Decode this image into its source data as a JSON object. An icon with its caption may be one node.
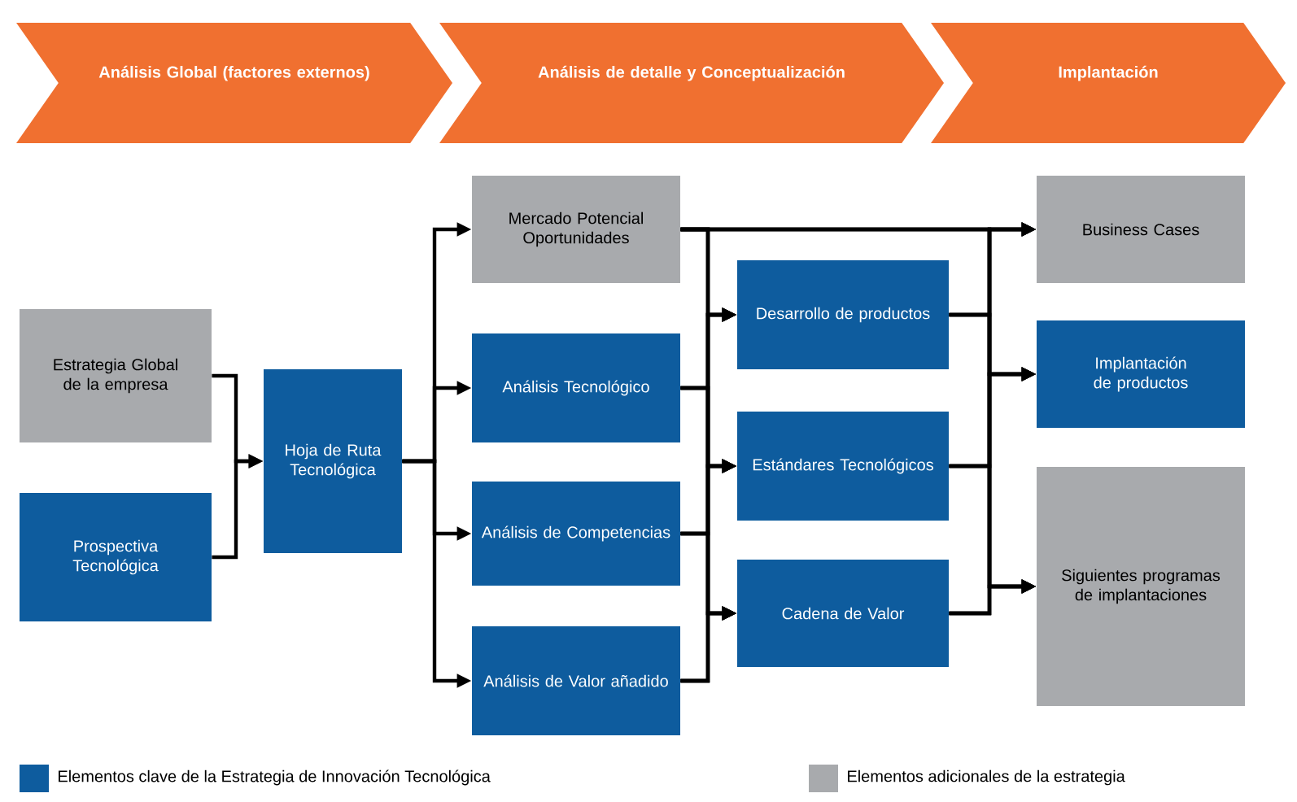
{
  "diagram": {
    "nodes": [
      {
        "text": [
          "Análisis Global (factores externos)"
        ]
      },
      {
        "text": [
          "Análisis de detalle y Conceptualización"
        ]
      },
      {
        "text": [
          "Implantación"
        ]
      },
      {
        "text": [
          "Estrategia Global de la empresa"
        ]
      },
      {
        "text": [
          "Prospectiva Tecnológica"
        ]
      },
      {
        "text": [
          "Hoja de Ruta Tecnológica"
        ]
      },
      {
        "text": [
          "Mercado Potencial Oportunidades"
        ]
      },
      {
        "text": [
          "Análisis Tecnológico"
        ]
      },
      {
        "text": [
          "Análisis de Competencias"
        ]
      },
      {
        "text": [
          "Análisis de Valor añadido"
        ]
      },
      {
        "text": [
          "Desarrollo de productos"
        ]
      },
      {
        "text": [
          "Estándares Tecnológicos"
        ]
      },
      {
        "text": [
          "Cadena de Valor"
        ]
      },
      {
        "text": [
          "Business Cases"
        ]
      },
      {
        "text": [
          "Implantación de productos"
        ]
      },
      {
        "text": [
          "Siguientes programas de implantaciones"
        ]
      }
    ],
    "edges": [
      {
        "from": 3,
        "to": 5,
        "arrow": "to"
      },
      {
        "from": 4,
        "to": 5,
        "arrow": "to"
      },
      {
        "from": 5,
        "to": 6,
        "arrow": "to"
      },
      {
        "from": 5,
        "to": 7,
        "arrow": "to"
      },
      {
        "from": 5,
        "to": 8,
        "arrow": "to"
      },
      {
        "from": 5,
        "to": 9,
        "arrow": "to"
      },
      {
        "from": 6,
        "to": 10,
        "arrow": "to"
      },
      {
        "from": 6,
        "to": 11,
        "arrow": "to"
      },
      {
        "from": 6,
        "to": 12,
        "arrow": "to"
      },
      {
        "from": 7,
        "to": 10,
        "arrow": "to"
      },
      {
        "from": 7,
        "to": 11,
        "arrow": "to"
      },
      {
        "from": 7,
        "to": 12,
        "arrow": "to"
      },
      {
        "from": 8,
        "to": 10,
        "arrow": "to"
      },
      {
        "from": 8,
        "to": 11,
        "arrow": "to"
      },
      {
        "from": 8,
        "to": 12,
        "arrow": "to"
      },
      {
        "from": 9,
        "to": 10,
        "arrow": "to"
      },
      {
        "from": 9,
        "to": 11,
        "arrow": "to"
      },
      {
        "from": 9,
        "to": 12,
        "arrow": "to"
      },
      {
        "from": 6,
        "to": 13,
        "arrow": "to"
      },
      {
        "from": 6,
        "to": 14,
        "arrow": "to"
      },
      {
        "from": 6,
        "to": 15,
        "arrow": "to"
      },
      {
        "from": 10,
        "to": 13,
        "arrow": "to"
      },
      {
        "from": 10,
        "to": 14,
        "arrow": "to"
      },
      {
        "from": 10,
        "to": 15,
        "arrow": "to"
      },
      {
        "from": 11,
        "to": 13,
        "arrow": "to"
      },
      {
        "from": 11,
        "to": 14,
        "arrow": "to"
      },
      {
        "from": 11,
        "to": 15,
        "arrow": "to"
      },
      {
        "from": 12,
        "to": 13,
        "arrow": "to"
      },
      {
        "from": 12,
        "to": 14,
        "arrow": "to"
      },
      {
        "from": 12,
        "to": 15,
        "arrow": "to"
      }
    ],
    "legend": [
      {
        "text": "Elementos clave de la Estrategia de Innovación Tecnológica",
        "color": "#0e5c9e"
      },
      {
        "text": "Elementos adicionales de la estrategia",
        "color": "#a8aaad"
      }
    ]
  }
}
